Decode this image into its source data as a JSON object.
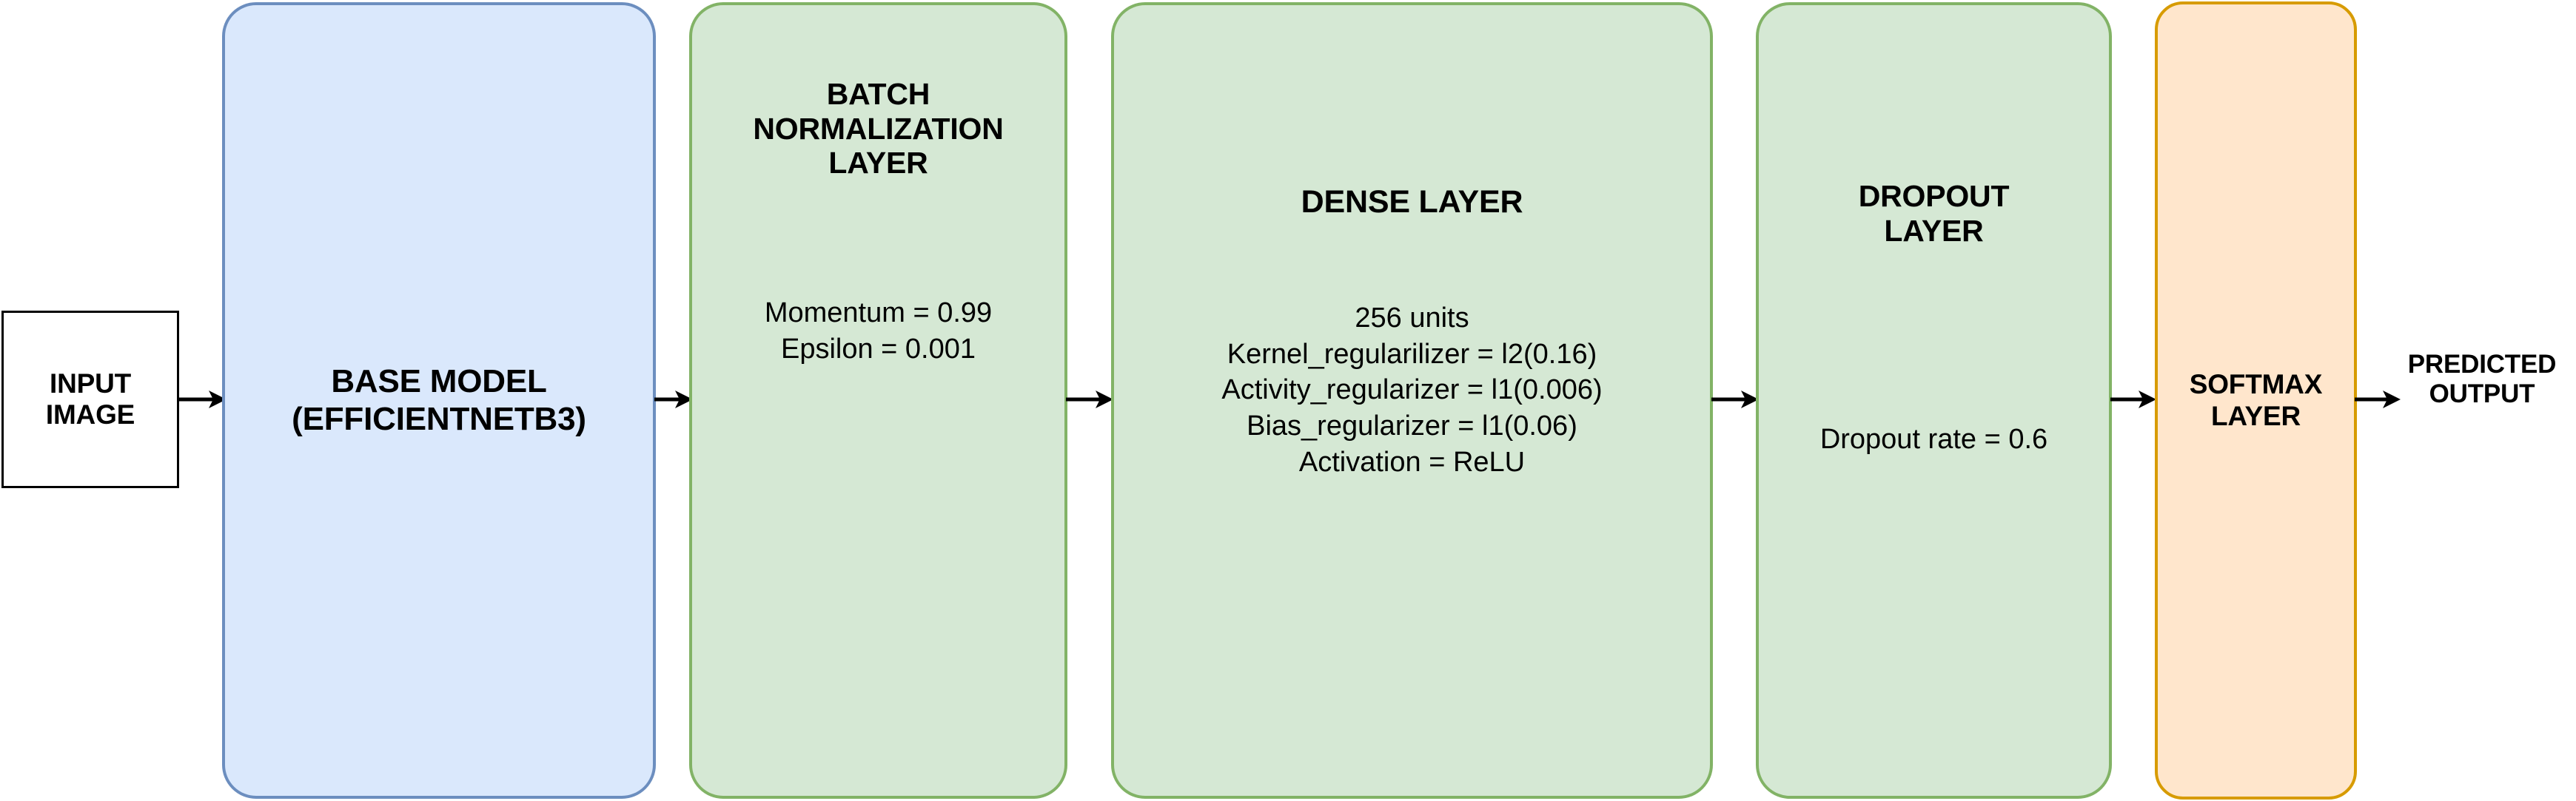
{
  "diagram": {
    "title": "CNN model architecture pipeline",
    "colors": {
      "base_model_fill": "#dae8fc",
      "base_model_stroke": "#6c8ebf",
      "layer_fill": "#d5e8d4",
      "layer_stroke": "#82b366",
      "softmax_fill": "#ffe6cc",
      "softmax_stroke": "#d79b00",
      "input_stroke": "#000000",
      "text": "#000000",
      "background": "#ffffff"
    },
    "nodes": {
      "input_image": {
        "label": "INPUT\nIMAGE",
        "shape": "rectangle"
      },
      "base_model": {
        "label": "BASE MODEL\n(EFFICIENTNETB3)",
        "shape": "rounded-rectangle"
      },
      "batch_norm": {
        "label": "BATCH\nNORMALIZATION\nLAYER",
        "params": "Momentum = 0.99\nEpsilon = 0.001",
        "shape": "rounded-rectangle"
      },
      "dense_layer": {
        "label": "DENSE LAYER",
        "params": "256 units\nKernel_regularilizer = l2(0.16)\nActivity_regularizer = l1(0.006)\nBias_regularizer = l1(0.06)\nActivation = ReLU",
        "shape": "rounded-rectangle"
      },
      "dropout_layer": {
        "label": "DROPOUT\nLAYER",
        "params": "Dropout rate = 0.6",
        "shape": "rounded-rectangle"
      },
      "softmax_layer": {
        "label": "SOFTMAX\nLAYER",
        "shape": "rounded-rectangle"
      },
      "predicted_output": {
        "label": "PREDICTED\nOUTPUT",
        "shape": "text"
      }
    },
    "edges": [
      {
        "id": "input-to-base",
        "from": "input_image",
        "to": "base_model",
        "style": "arrow"
      },
      {
        "id": "base-to-batchnorm",
        "from": "base_model",
        "to": "batch_norm",
        "style": "arrow"
      },
      {
        "id": "batchnorm-to-dense",
        "from": "batch_norm",
        "to": "dense_layer",
        "style": "arrow"
      },
      {
        "id": "dense-to-dropout",
        "from": "dense_layer",
        "to": "dropout_layer",
        "style": "arrow"
      },
      {
        "id": "dropout-to-softmax",
        "from": "dropout_layer",
        "to": "softmax_layer",
        "style": "arrow"
      },
      {
        "id": "softmax-to-output",
        "from": "softmax_layer",
        "to": "predicted_output",
        "style": "arrow"
      }
    ]
  }
}
